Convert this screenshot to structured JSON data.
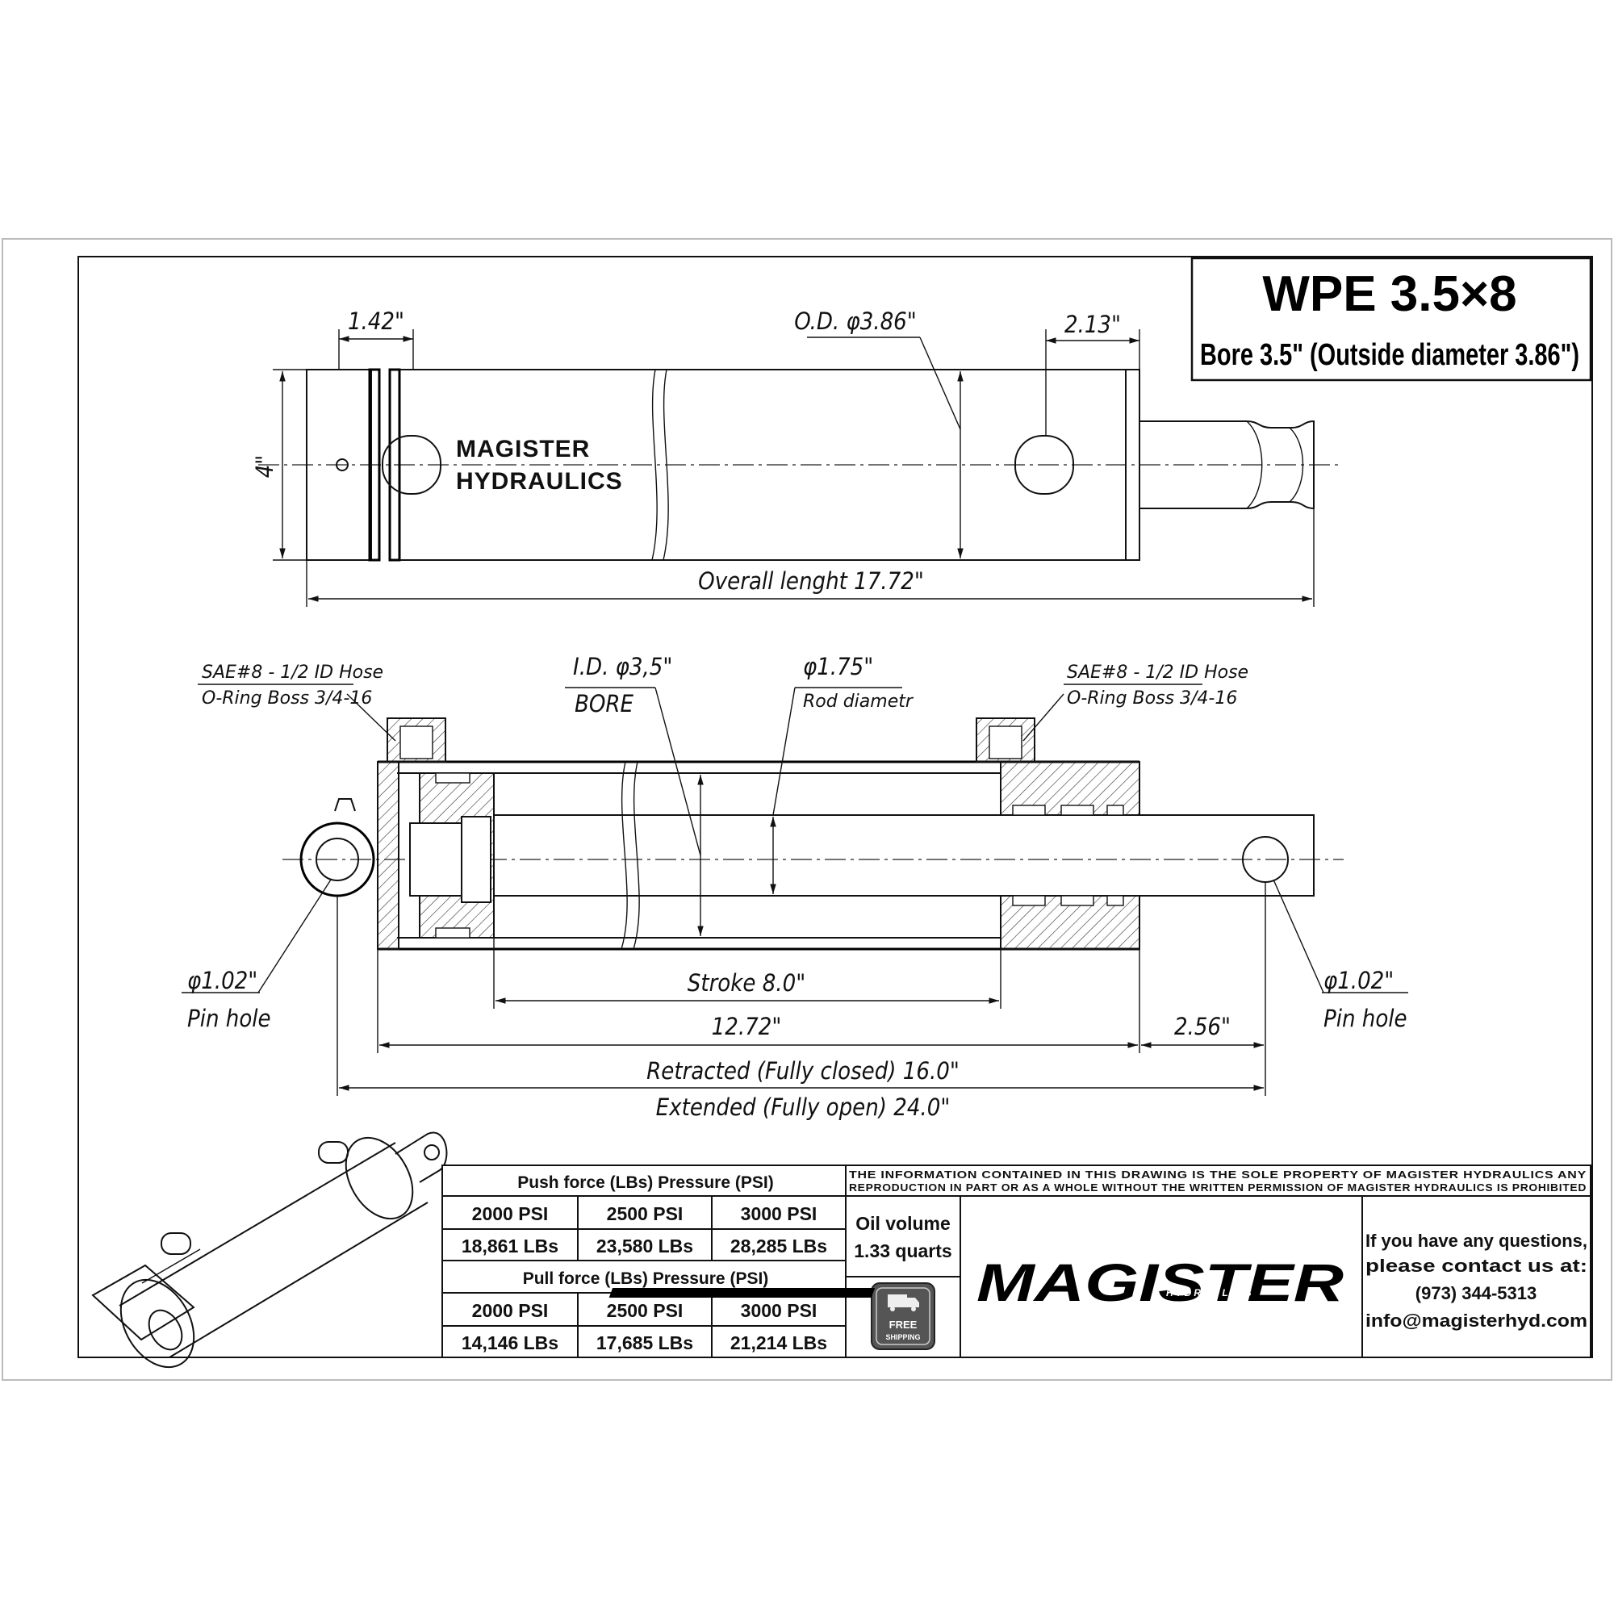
{
  "title": {
    "model": "WPE 3.5×8",
    "bore": "Bore 3.5\" (Outside diameter 3.86\")"
  },
  "brand_label": [
    "MAGISTER",
    "HYDRAULICS"
  ],
  "dimensions_top": {
    "ring_width": "1.42\"",
    "outside_diameter": "O.D. φ3.86\"",
    "end_width": "2.13\"",
    "height": "4\"",
    "overall_length": "Overall lenght 17.72\""
  },
  "dimensions_section": {
    "port_left_line1": "SAE#8 - 1/2 ID Hose",
    "port_left_line2": "O-Ring Boss 3/4-16",
    "port_right_line1": "SAE#8 - 1/2 ID Hose",
    "port_right_line2": "O-Ring Boss 3/4-16",
    "inner_diameter": "I.D. φ3,5\"",
    "bore_label": "BORE",
    "rod_diameter": "φ1.75\"",
    "rod_label": "Rod diametr",
    "pin_left": "φ1.02\"",
    "pin_left_label": "Pin hole",
    "pin_right": "φ1.02\"",
    "pin_right_label": "Pin hole",
    "stroke": "Stroke 8.0\"",
    "body_length": "12.72\"",
    "rod_end": "2.56\"",
    "retracted": "Retracted (Fully closed) 16.0\"",
    "extended": "Extended (Fully open) 24.0\""
  },
  "push_force": {
    "header": "Push force (LBs)  Pressure (PSI)",
    "pressures": [
      "2000 PSI",
      "2500 PSI",
      "3000 PSI"
    ],
    "forces": [
      "18,861 LBs",
      "23,580 LBs",
      "28,285 LBs"
    ]
  },
  "pull_force": {
    "header": "Pull force (LBs)  Pressure (PSI)",
    "pressures": [
      "2000 PSI",
      "2500 PSI",
      "3000 PSI"
    ],
    "forces": [
      "14,146 LBs",
      "17,685 LBs",
      "21,214 LBs"
    ]
  },
  "oil_volume": {
    "label": "Oil volume",
    "value": "1.33 quarts"
  },
  "badge": {
    "line1": "FREE",
    "line2": "SHIPPING"
  },
  "legal": {
    "line1": "THE INFORMATION CONTAINED IN THIS DRAWING IS THE SOLE PROPERTY OF MAGISTER HYDRAULICS ANY",
    "line2": "REPRODUCTION IN PART OR AS A WHOLE WITHOUT THE WRITTEN PERMISSION OF MAGISTER HYDRAULICS IS PROHIBITED"
  },
  "logo": {
    "main": "MAGISTER",
    "sub": "HYDRAULICS"
  },
  "contact": {
    "line1": "If you have any questions,",
    "line2": "please contact us at:",
    "phone": "(973) 344-5313",
    "email": "info@magisterhyd.com"
  }
}
